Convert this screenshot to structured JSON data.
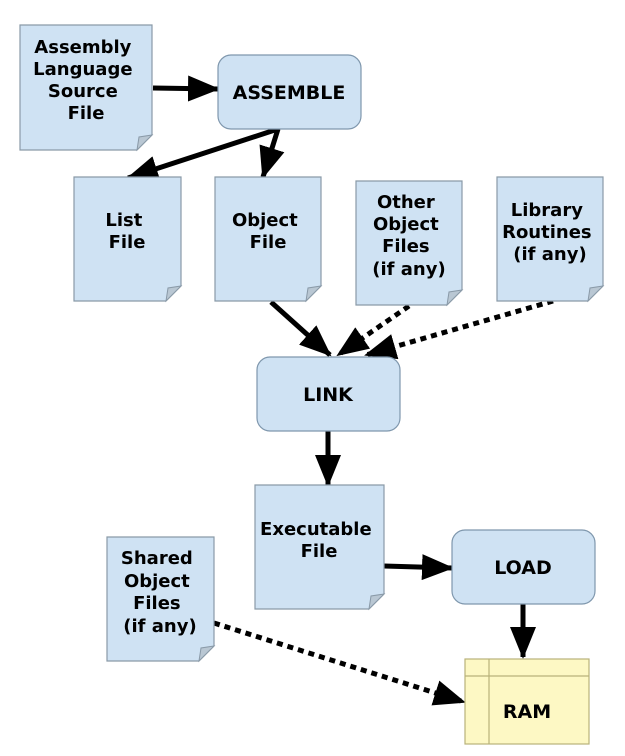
{
  "colors": {
    "document_fill": "#cfe2f3",
    "document_stroke": "#8a9aa8",
    "process_fill": "#cfe2f3",
    "process_stroke": "#7f97ad",
    "storage_fill": "#fdf8c4",
    "storage_stroke": "#b8b27a",
    "arrow": "#000000"
  },
  "documents": {
    "source": [
      "Assembly",
      "Language",
      "Source",
      "File"
    ],
    "list": [
      "List",
      "File"
    ],
    "object": [
      "Object",
      "File"
    ],
    "other_objects": [
      "Other",
      "Object",
      "Files",
      "(if any)"
    ],
    "library": [
      "Library",
      "Routines",
      "(if any)"
    ],
    "executable": [
      "Executable",
      "File"
    ],
    "shared_objects": [
      "Shared",
      "Object",
      "Files",
      "(if any)"
    ]
  },
  "processes": {
    "assemble": "ASSEMBLE",
    "link": "LINK",
    "load": "LOAD"
  },
  "storage": {
    "ram": "RAM"
  }
}
